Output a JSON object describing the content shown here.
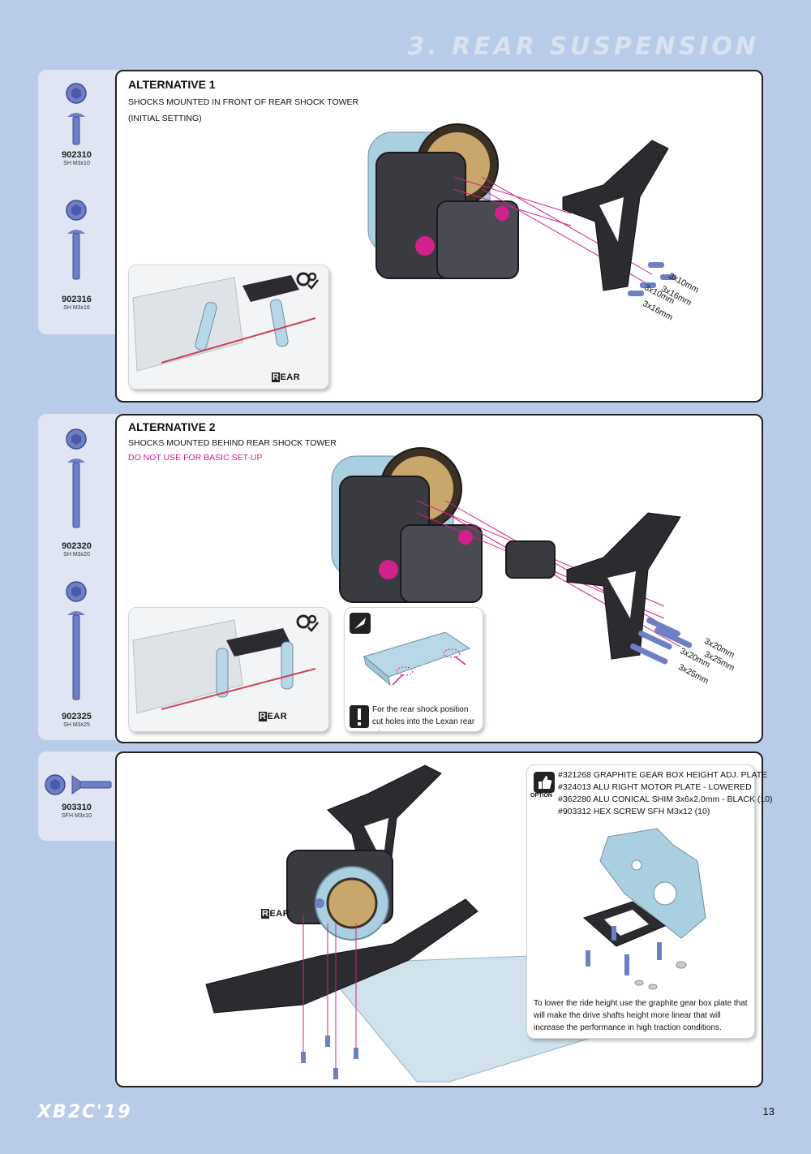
{
  "header": {
    "section_title": "3. REAR SUSPENSION"
  },
  "parts_1": [
    {
      "code": "902310",
      "spec": "SH M3x10"
    },
    {
      "code": "902316",
      "spec": "SH M3x16"
    }
  ],
  "parts_2": [
    {
      "code": "902320",
      "spec": "SH M3x20"
    },
    {
      "code": "902325",
      "spec": "SH M3x25"
    }
  ],
  "parts_3": [
    {
      "code": "903310",
      "spec": "SFH M3x10"
    }
  ],
  "alt1": {
    "title": "ALTERNATIVE 1",
    "subtitle": "SHOCKS MOUNTED IN FRONT OF REAR SHOCK TOWER",
    "subtitle2": "(INITIAL SETTING)",
    "dims": [
      "3x10mm",
      "3x16mm",
      "3x10mm",
      "3x16mm"
    ],
    "rear_label": "EAR",
    "rear_letter": "R"
  },
  "alt2": {
    "title": "ALTERNATIVE 2",
    "subtitle": "SHOCKS MOUNTED BEHIND REAR SHOCK TOWER",
    "warning": "DO NOT USE FOR BASIC SET-UP",
    "dims": [
      "3x20mm",
      "3x25mm",
      "3x20mm",
      "3x25mm"
    ],
    "rear_label": "EAR",
    "rear_letter": "R",
    "tip": "For the rear shock position cut holes into the Lexan rear wing."
  },
  "step3": {
    "rear_label": "EAR",
    "rear_letter": "R",
    "option_label": "OPTION",
    "option_items": [
      "#321268 GRAPHITE GEAR BOX HEIGHT ADJ. PLATE",
      "#324013 ALU RIGHT MOTOR PLATE - LOWERED",
      "#362280 ALU CONICAL SHIM 3x6x2.0mm - BLACK (10)",
      "#903312 HEX SCREW SFH M3x12 (10)"
    ],
    "note": "To lower the ride height use the graphite gear box plate that will make the drive shafts height more linear that will increase the performance in high traction conditions."
  },
  "footer": {
    "logo": "XB2C'19",
    "page": "13"
  },
  "colors": {
    "background": "#b8cbe8",
    "accent": "#d0218c",
    "part_blue": "#6f7fc6",
    "carbon": "#2c2c30",
    "alu": "#a9cfe0"
  }
}
